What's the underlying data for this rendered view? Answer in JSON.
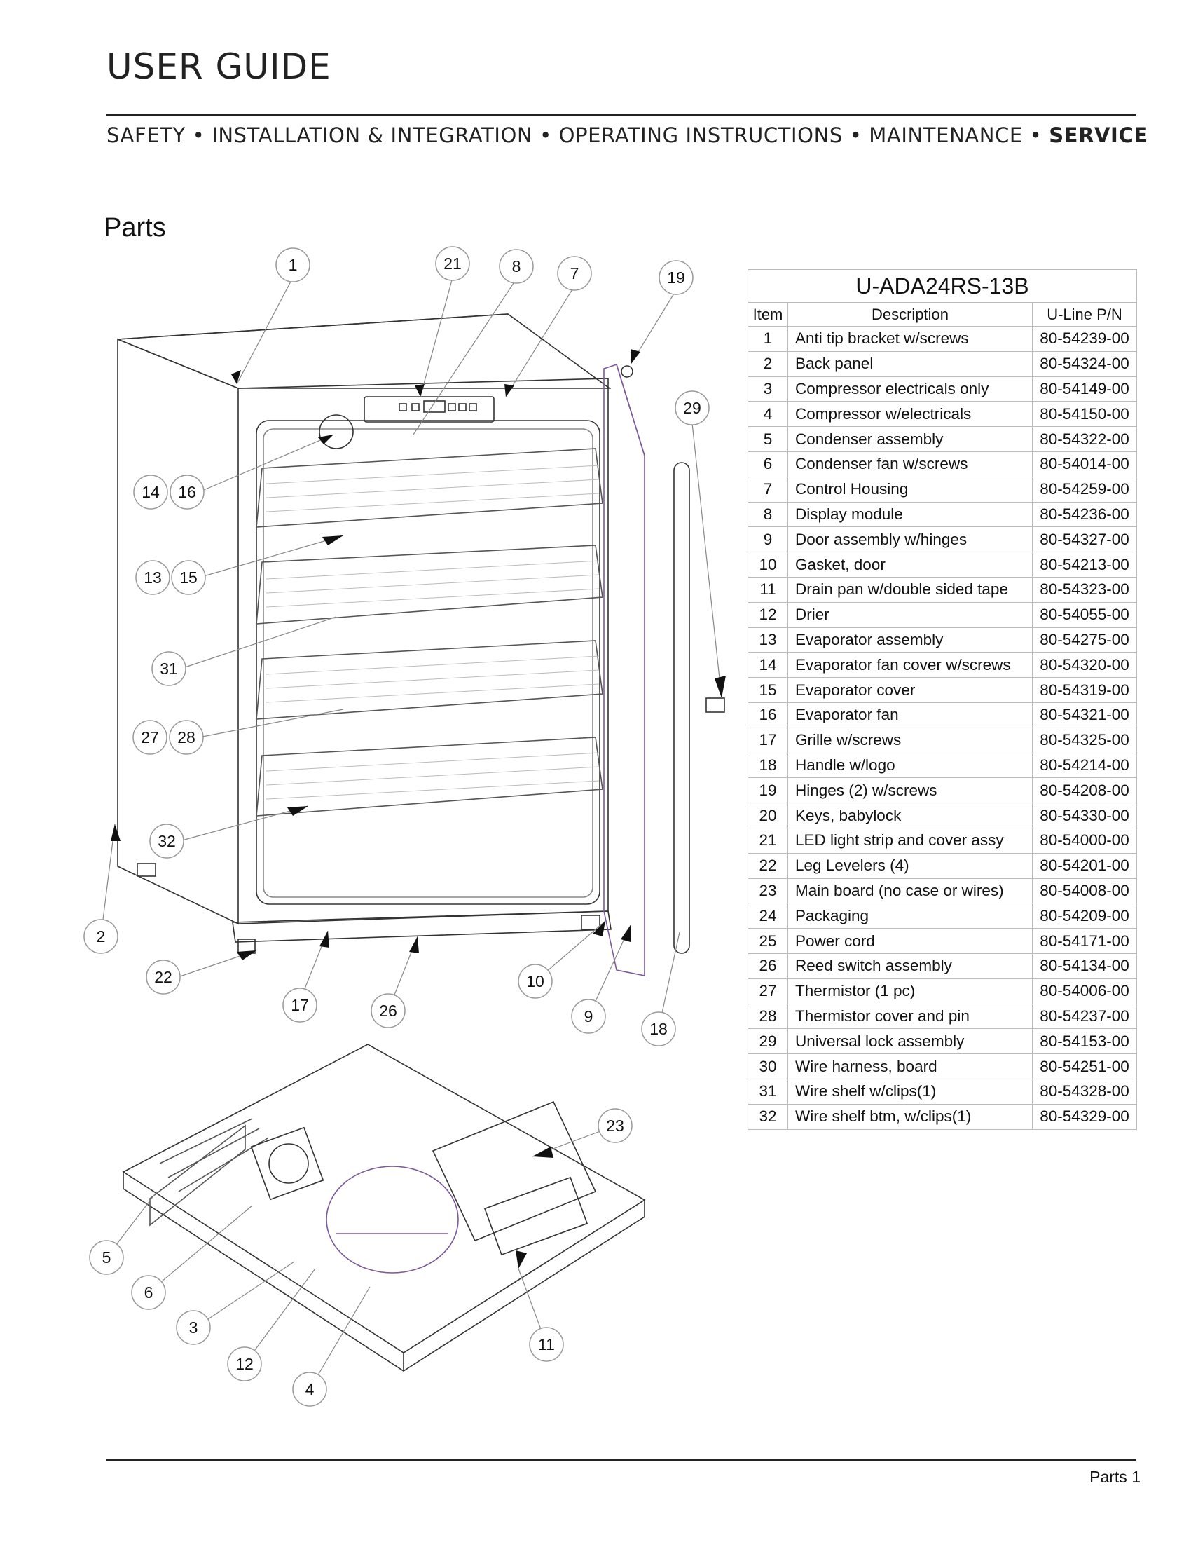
{
  "header": {
    "title": "USER GUIDE",
    "nav": {
      "item1": "SAFETY",
      "item2": "INSTALLATION & INTEGRATION",
      "item3": "OPERATING INSTRUCTIONS",
      "item4": "MAINTENANCE",
      "item5": "SERVICE",
      "separator": "•"
    }
  },
  "section_title": "Parts",
  "table": {
    "model": "U-ADA24RS-13B",
    "columns": [
      "Item",
      "Description",
      "U-Line P/N"
    ],
    "rows": [
      [
        "1",
        "Anti tip bracket w/screws",
        "80-54239-00"
      ],
      [
        "2",
        "Back panel",
        "80-54324-00"
      ],
      [
        "3",
        "Compressor electricals only",
        "80-54149-00"
      ],
      [
        "4",
        "Compressor w/electricals",
        "80-54150-00"
      ],
      [
        "5",
        "Condenser assembly",
        "80-54322-00"
      ],
      [
        "6",
        "Condenser fan w/screws",
        "80-54014-00"
      ],
      [
        "7",
        "Control Housing",
        "80-54259-00"
      ],
      [
        "8",
        "Display module",
        "80-54236-00"
      ],
      [
        "9",
        "Door assembly w/hinges",
        "80-54327-00"
      ],
      [
        "10",
        "Gasket, door",
        "80-54213-00"
      ],
      [
        "11",
        "Drain pan w/double sided tape",
        "80-54323-00"
      ],
      [
        "12",
        "Drier",
        "80-54055-00"
      ],
      [
        "13",
        "Evaporator assembly",
        "80-54275-00"
      ],
      [
        "14",
        "Evaporator fan cover w/screws",
        "80-54320-00"
      ],
      [
        "15",
        "Evaporator cover",
        "80-54319-00"
      ],
      [
        "16",
        "Evaporator fan",
        "80-54321-00"
      ],
      [
        "17",
        "Grille w/screws",
        "80-54325-00"
      ],
      [
        "18",
        "Handle w/logo",
        "80-54214-00"
      ],
      [
        "19",
        "Hinges (2) w/screws",
        "80-54208-00"
      ],
      [
        "20",
        "Keys, babylock",
        "80-54330-00"
      ],
      [
        "21",
        "LED light strip and cover assy",
        "80-54000-00"
      ],
      [
        "22",
        "Leg Levelers (4)",
        "80-54201-00"
      ],
      [
        "23",
        "Main board (no case or wires)",
        "80-54008-00"
      ],
      [
        "24",
        "Packaging",
        "80-54209-00"
      ],
      [
        "25",
        "Power cord",
        "80-54171-00"
      ],
      [
        "26",
        "Reed switch assembly",
        "80-54134-00"
      ],
      [
        "27",
        "Thermistor (1 pc)",
        "80-54006-00"
      ],
      [
        "28",
        "Thermistor cover and pin",
        "80-54237-00"
      ],
      [
        "29",
        "Universal lock assembly",
        "80-54153-00"
      ],
      [
        "30",
        "Wire harness, board",
        "80-54251-00"
      ],
      [
        "31",
        "Wire shelf w/clips(1)",
        "80-54328-00"
      ],
      [
        "32",
        "Wire shelf btm, w/clips(1)",
        "80-54329-00"
      ]
    ]
  },
  "callouts": [
    "1",
    "21",
    "8",
    "7",
    "19",
    "29",
    "14",
    "16",
    "13",
    "15",
    "31",
    "27",
    "28",
    "32",
    "2",
    "22",
    "17",
    "26",
    "10",
    "9",
    "18",
    "23",
    "5",
    "6",
    "3",
    "12",
    "4",
    "11"
  ],
  "footer": "Parts 1"
}
